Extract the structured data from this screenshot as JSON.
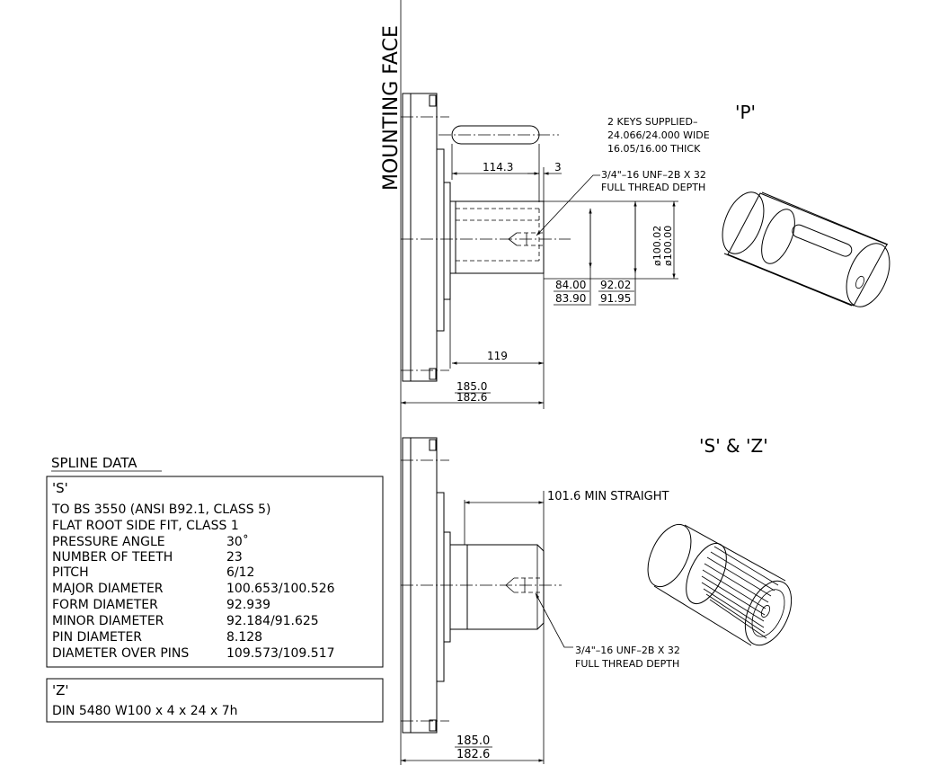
{
  "mounting_face_label": "MOUNTING FACE",
  "view_p": {
    "label": "'P'",
    "keys_note": [
      "2 KEYS SUPPLIED–",
      "24.066/24.000 WIDE",
      "16.05/16.00 THICK"
    ],
    "thread_note": [
      "3/4\"–16 UNF–2B X 32",
      "FULL THREAD DEPTH"
    ],
    "dim_key_length": "114.3",
    "dim_key_offset": "3",
    "dim_shaft_length": "119",
    "dim_overall": [
      "185.0",
      "182.6"
    ],
    "dim_key_depth": [
      "84.00",
      "83.90"
    ],
    "dim_key_height": [
      "92.02",
      "91.95"
    ],
    "dim_diameter": [
      "ø100.02",
      "ø100.00"
    ]
  },
  "view_sz": {
    "label": "'S' & 'Z'",
    "dim_straight": "101.6 MIN STRAIGHT",
    "thread_note": [
      "3/4\"–16 UNF–2B X 32",
      "FULL THREAD DEPTH"
    ],
    "dim_overall": [
      "185.0",
      "182.6"
    ]
  },
  "spline_data": {
    "title": "SPLINE DATA",
    "s_box": {
      "label": "'S'",
      "lines": [
        "TO BS 3550 (ANSI B92.1, CLASS 5)",
        "FLAT ROOT SIDE FIT, CLASS 1"
      ],
      "rows": [
        {
          "name": "PRESSURE ANGLE",
          "value": "30˚"
        },
        {
          "name": "NUMBER OF TEETH",
          "value": "23"
        },
        {
          "name": "PITCH",
          "value": "6/12"
        },
        {
          "name": "MAJOR DIAMETER",
          "value": "100.653/100.526"
        },
        {
          "name": "FORM DIAMETER",
          "value": "92.939"
        },
        {
          "name": "MINOR DIAMETER",
          "value": "92.184/91.625"
        },
        {
          "name": "PIN DIAMETER",
          "value": "8.128"
        },
        {
          "name": "DIAMETER OVER PINS",
          "value": "109.573/109.517"
        }
      ]
    },
    "z_box": {
      "label": "'Z'",
      "line": "DIN 5480 W100 x 4 x 24 x 7h"
    }
  }
}
